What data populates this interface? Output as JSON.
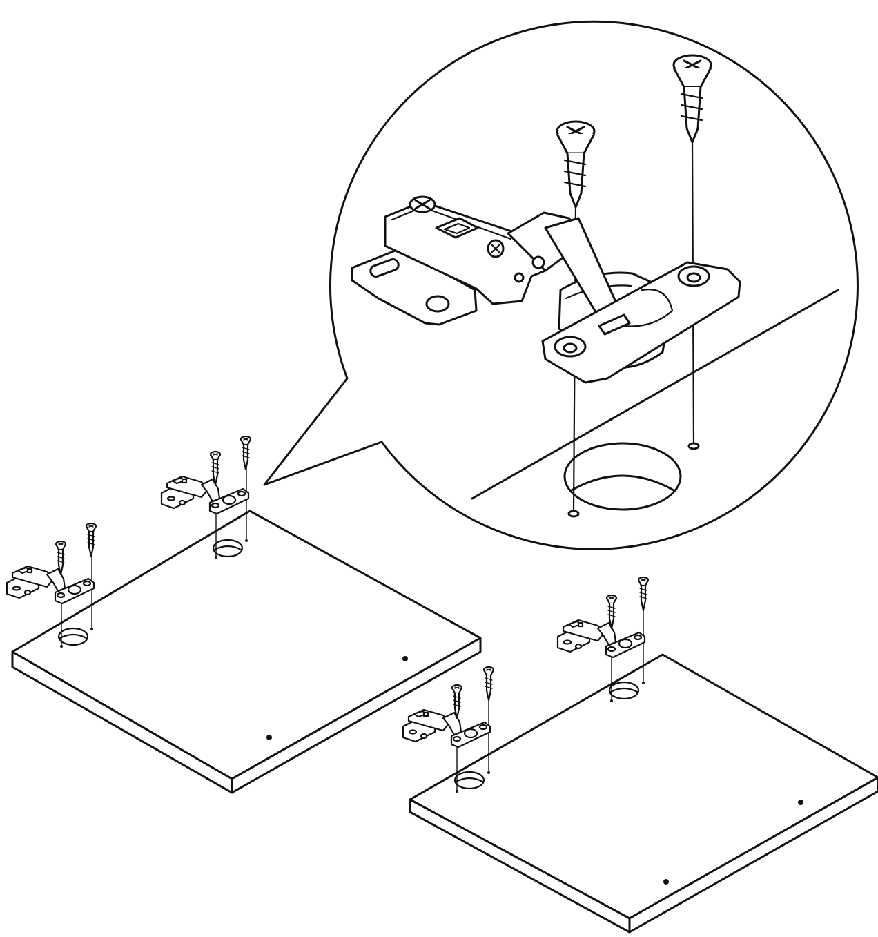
{
  "diagram": {
    "colors": {
      "line": "#111111",
      "background": "#ffffff"
    },
    "parts": {
      "doors": [
        "left-door-panel",
        "right-door-panel"
      ],
      "hinge_count": 4,
      "screws_per_hinge": 2,
      "detail_view": "magnified-hinge-callout"
    }
  }
}
